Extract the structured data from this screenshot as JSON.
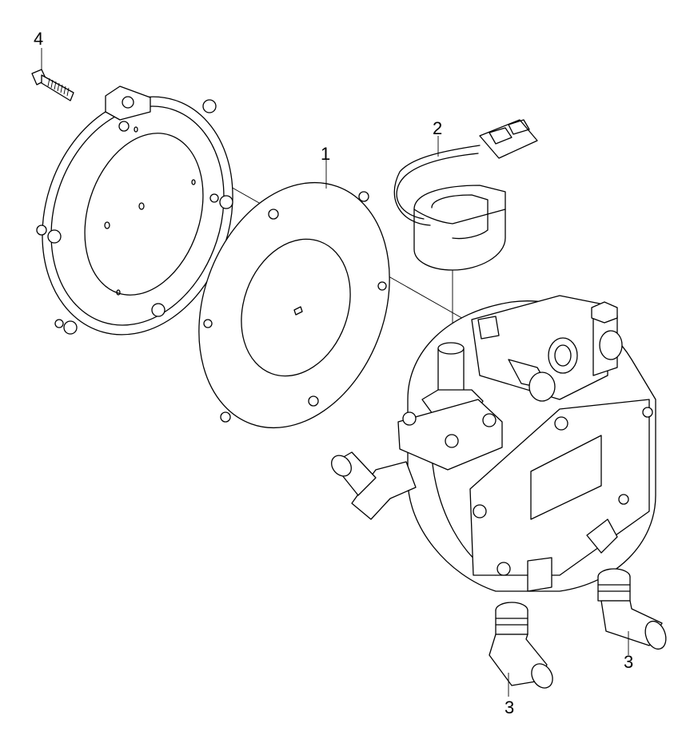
{
  "diagram": {
    "callouts": [
      {
        "label": "4",
        "part": "screw"
      },
      {
        "label": "2",
        "part": "solenoid-coil"
      },
      {
        "label": "1",
        "part": "diaphragm-gasket"
      },
      {
        "label": "3",
        "part": "hose-fitting-right"
      },
      {
        "label": "3",
        "part": "hose-fitting-bottom"
      }
    ]
  }
}
